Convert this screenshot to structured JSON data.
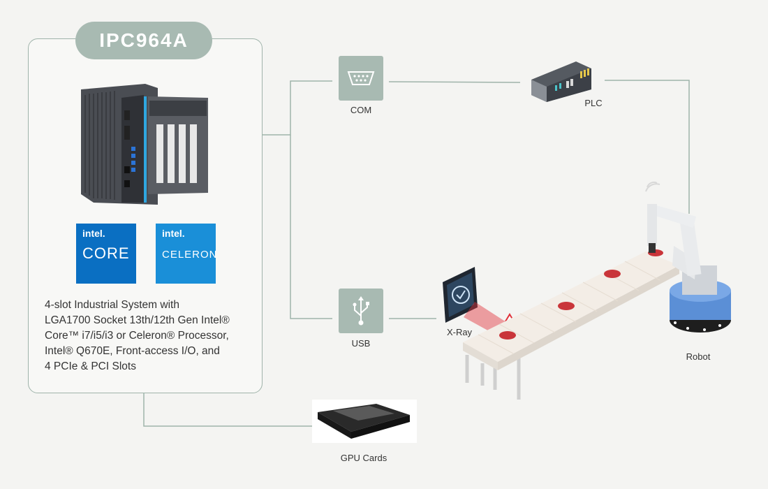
{
  "product": {
    "title": "IPC964A",
    "description_lines": [
      "4-slot Industrial System with",
      "LGA1700 Socket 13th/12th Gen Intel®",
      "Core™ i7/i5/i3 or Celeron® Processor,",
      "Intel® Q670E, Front-access I/O, and",
      "4 PCIe & PCI Slots"
    ]
  },
  "badges": [
    {
      "brand": "intel.",
      "name": "CORE",
      "color": "#0a6fc2"
    },
    {
      "brand": "intel.",
      "name": "CELERON",
      "color": "#1a8fd8"
    }
  ],
  "labels": {
    "com": "COM",
    "usb": "USB",
    "plc": "PLC",
    "xray": "X-Ray",
    "robot": "Robot",
    "gpu": "GPU Cards"
  },
  "colors": {
    "accent": "#a8bab2",
    "line": "#9fb3aa",
    "warning": "#e0313a",
    "robot_base": "#5b8fd6"
  },
  "icons": {
    "com": "serial-port-icon",
    "usb": "usb-icon",
    "warning": "warning-icon",
    "wifi": "wifi-icon"
  }
}
